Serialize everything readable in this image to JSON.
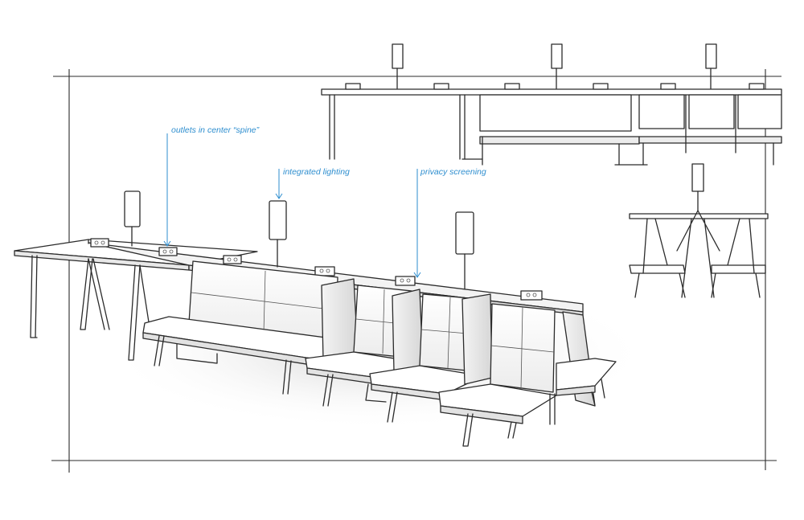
{
  "callouts": [
    {
      "id": "outlets",
      "label": "outlets in center “spine”"
    },
    {
      "id": "lighting",
      "label": "integrated lighting"
    },
    {
      "id": "privacy",
      "label": "privacy screening"
    }
  ],
  "colors": {
    "ink": "#2b2b2b",
    "callout": "#2e8ecf",
    "shadow": "#d9d9d9",
    "panel": "#e4e4e4",
    "background": "#ffffff"
  }
}
